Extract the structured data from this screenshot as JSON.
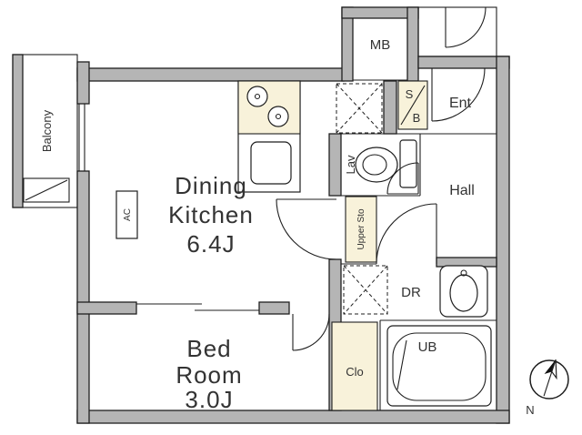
{
  "colors": {
    "wall": "#b5b5b5",
    "line": "#1f1f1f",
    "cabinet_fill": "#f8f2da",
    "text": "#333333",
    "background": "#ffffff"
  },
  "labels": {
    "balcony": "Balcony",
    "mb": "MB",
    "sb_top": "S",
    "sb_bottom": "B",
    "ent": "Ent",
    "lav": "Lav",
    "hall": "Hall",
    "upper_sto": "Upper Sto",
    "dr": "DR",
    "ub": "UB",
    "clo": "Clo",
    "ac": "AC",
    "north": "N"
  },
  "rooms": {
    "dining_kitchen": {
      "name_line1": "Dining",
      "name_line2": "Kitchen",
      "area": "6.4J"
    },
    "bed_room": {
      "name_line1": "Bed",
      "name_line2": "Room",
      "area": "3.0J"
    }
  }
}
